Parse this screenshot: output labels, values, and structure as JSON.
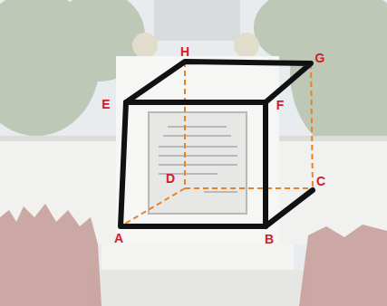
{
  "diagram": {
    "labels": [
      "H",
      "G",
      "E",
      "F",
      "D",
      "C",
      "A",
      "B"
    ]
  }
}
